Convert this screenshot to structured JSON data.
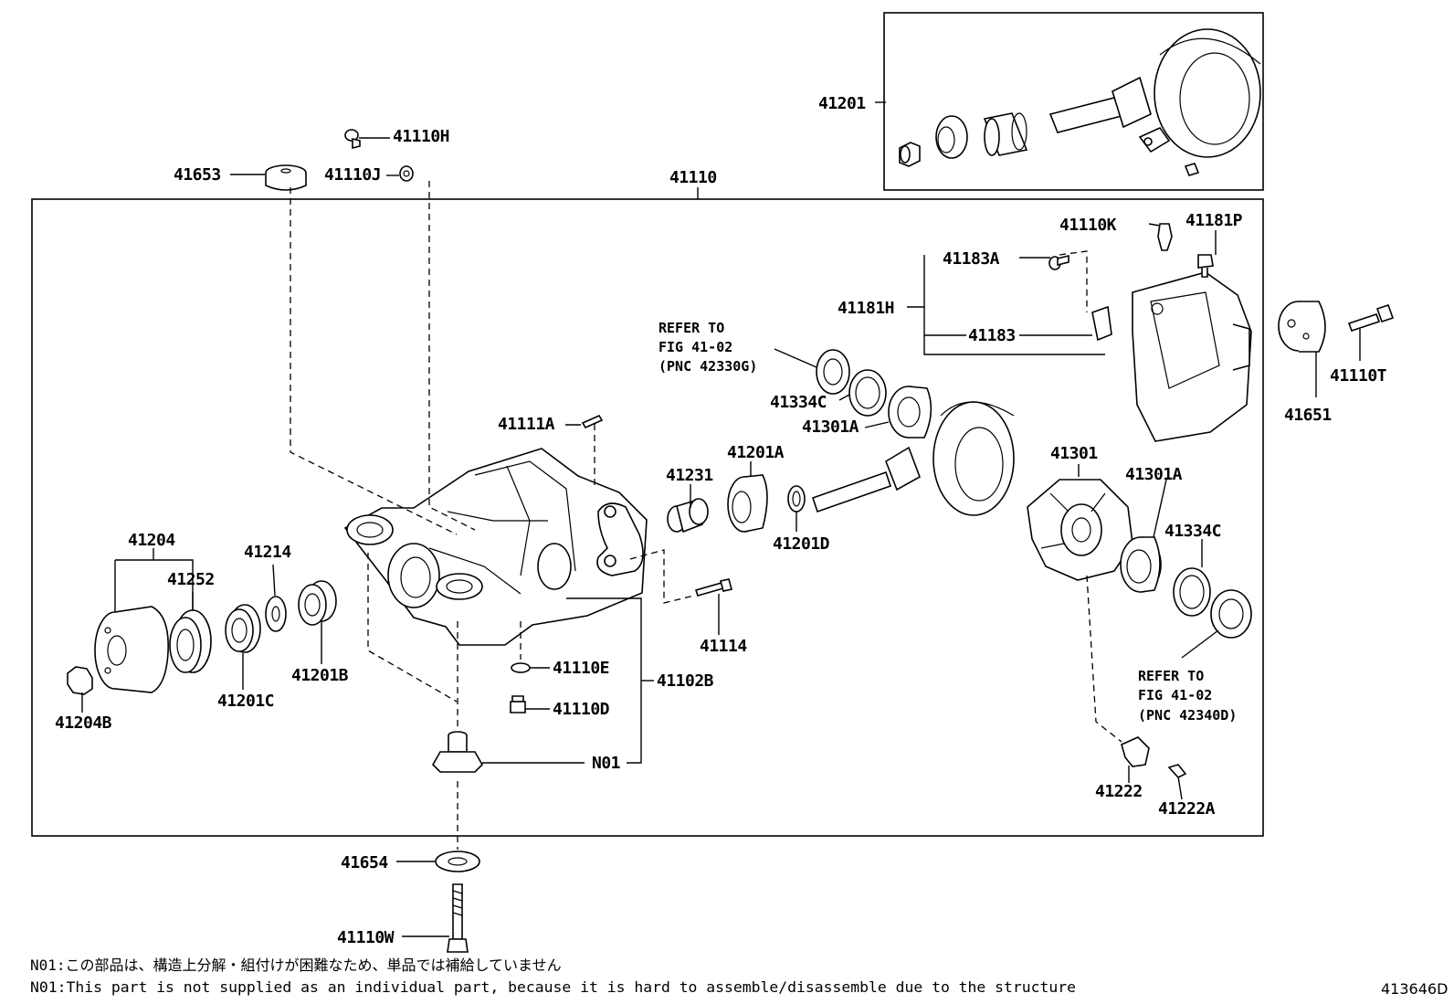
{
  "diagram_id": "413646D",
  "labels": {
    "p41201": "41201",
    "p41110H": "41110H",
    "p41653": "41653",
    "p41110J": "41110J",
    "p41110": "41110",
    "p41110K": "41110K",
    "p41181P": "41181P",
    "p41183A": "41183A",
    "p41181H": "41181H",
    "p41183": "41183",
    "p41651": "41651",
    "p41110T": "41110T",
    "p41334C_top": "41334C",
    "p41301A_top": "41301A",
    "p41111A": "41111A",
    "p41231": "41231",
    "p41201A": "41201A",
    "p41201D": "41201D",
    "p41301": "41301",
    "p41301A_right": "41301A",
    "p41334C_right": "41334C",
    "p41204": "41204",
    "p41252": "41252",
    "p41214": "41214",
    "p41204B": "41204B",
    "p41201C": "41201C",
    "p41201B": "41201B",
    "p41114": "41114",
    "p41110E": "41110E",
    "p41102B": "41102B",
    "p41110D": "41110D",
    "pN01": "N01",
    "p41222": "41222",
    "p41222A": "41222A",
    "p41654": "41654",
    "p41110W": "41110W"
  },
  "references": {
    "top": [
      "REFER TO",
      "FIG 41-02",
      "(PNC 42330G)"
    ],
    "bottom": [
      "REFER TO",
      "FIG 41-02",
      "(PNC 42340D)"
    ]
  },
  "notes": {
    "jp": "N01:この部品は、構造上分解・組付けが困難なため、単品では補給していません",
    "en": "N01:This part is not supplied as an individual part, because it is hard to assemble/disassemble due to the structure"
  }
}
